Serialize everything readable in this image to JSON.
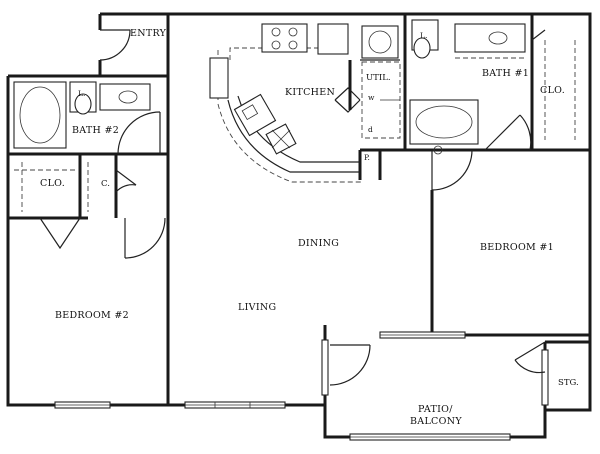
{
  "rooms": {
    "entry": "ENTRY",
    "kitchen": "KITCHEN",
    "util": "UTIL.",
    "util_w": "w",
    "util_d": "d",
    "pantry": "P.",
    "bath1": "BATH #1",
    "clo1": "CLO.",
    "bath2": "BATH #2",
    "clo2": "CLO.",
    "closet_c": "C.",
    "dining": "DINING",
    "bedroom1": "BEDROOM #1",
    "bedroom2": "BEDROOM #2",
    "living": "LIVING",
    "patio_line1": "PATIO/",
    "patio_line2": "BALCONY",
    "storage": "STG.",
    "linen_bath1": "L.",
    "linen_bath2": "L."
  }
}
